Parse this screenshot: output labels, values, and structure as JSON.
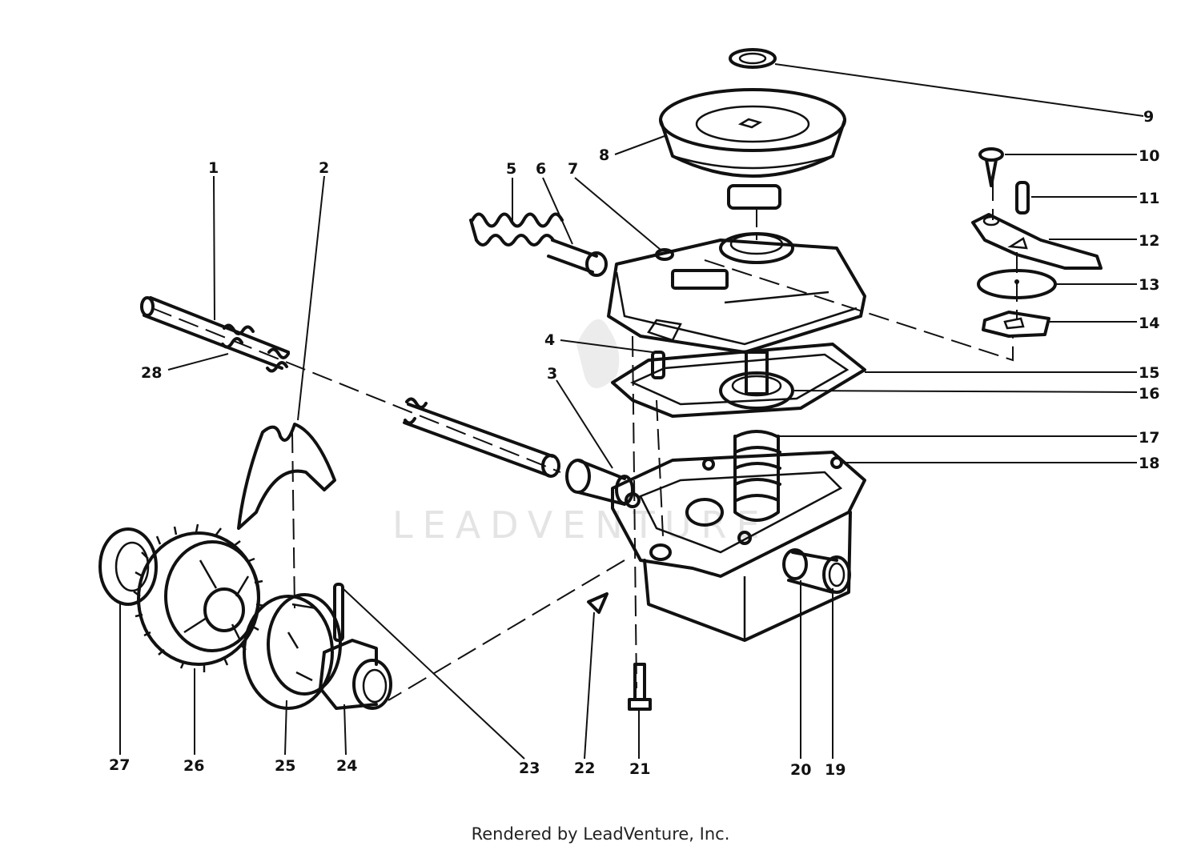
{
  "watermark": "LEADVENTURE",
  "footer": "Rendered by LeadVenture, Inc.",
  "callouts": [
    "1",
    "2",
    "3",
    "4",
    "5",
    "6",
    "7",
    "8",
    "9",
    "10",
    "11",
    "12",
    "13",
    "14",
    "15",
    "16",
    "17",
    "18",
    "19",
    "20",
    "21",
    "22",
    "23",
    "24",
    "25",
    "26",
    "27",
    "28"
  ]
}
